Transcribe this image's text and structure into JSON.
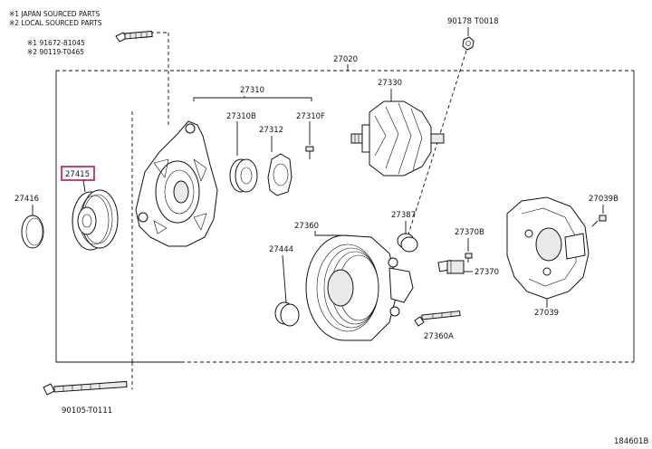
{
  "notes": {
    "japan": "※1 JAPAN SOURCED PARTS",
    "local": "※2 LOCAL SOURCED PARTS",
    "bolt_top_1": "※1 91672-81045",
    "bolt_top_2": "※2 90119-T0465"
  },
  "parts": {
    "p90178": "90178 T0018",
    "p27020": "27020",
    "p27310": "27310",
    "p27330": "27330",
    "p27310B": "27310B",
    "p27312": "27312",
    "p27310F": "27310F",
    "p27415": "27415",
    "p27416": "27416",
    "p27360": "27360",
    "p27387": "27387",
    "p27039B": "27039B",
    "p27370B": "27370B",
    "p27444": "27444",
    "p27370": "27370",
    "p27039": "27039",
    "p27360A": "27360A",
    "p90105": "90105-T0111"
  },
  "catalog_id": "184601B",
  "highlight_color": "#c0143c"
}
